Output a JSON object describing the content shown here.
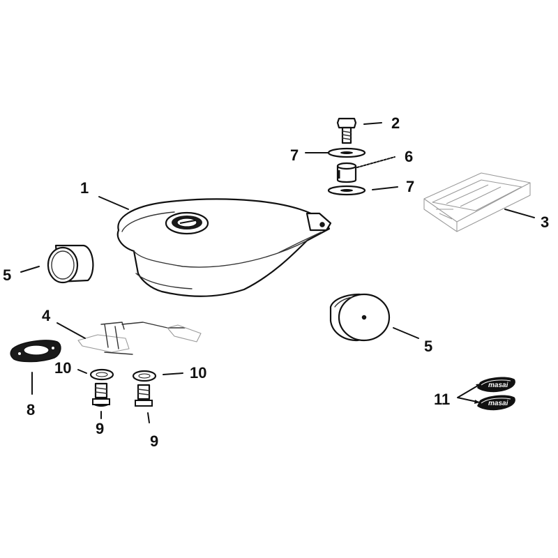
{
  "callouts": {
    "c1": "1",
    "c2": "2",
    "c3": "3",
    "c4": "4",
    "c5a": "5",
    "c5b": "5",
    "c6": "6",
    "c7a": "7",
    "c7b": "7",
    "c8": "8",
    "c9a": "9",
    "c9b": "9",
    "c10a": "10",
    "c10b": "10",
    "c11": "11"
  },
  "emblem": {
    "text_top": "masai",
    "text_bottom": "masai"
  }
}
